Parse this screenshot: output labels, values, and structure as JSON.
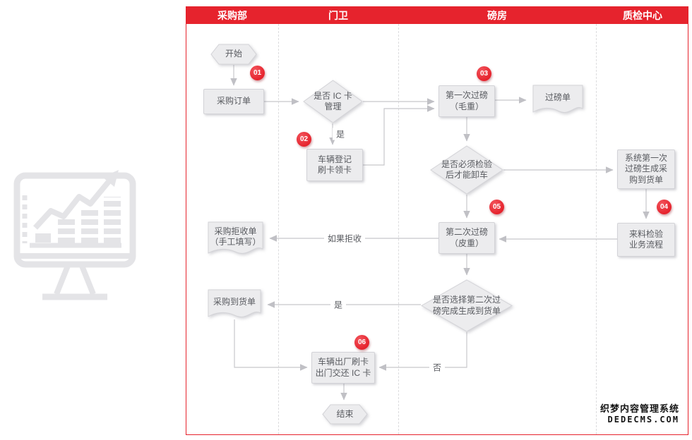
{
  "colors": {
    "accent": "#e6232d",
    "shape_fill": "#ececee",
    "shape_border": "#d3d3d7",
    "connector": "#c7c7cb",
    "text": "#595b60"
  },
  "lanes": [
    {
      "label": "采购部"
    },
    {
      "label": "门卫"
    },
    {
      "label": "磅房"
    },
    {
      "label": "质检中心"
    }
  ],
  "badges": {
    "b01": "01",
    "b02": "02",
    "b03": "03",
    "b04": "04",
    "b05": "05",
    "b06": "06"
  },
  "nodes": {
    "start": "开始",
    "purchase_order": "采购订单",
    "ic_card_decision": "是否 IC 卡\n管理",
    "vehicle_register": "车辆登记\n刷卡领卡",
    "first_weigh": "第一次过磅\n（毛重）",
    "weigh_slip": "过磅单",
    "unload_decision": "是否必须检验\n后才能卸车",
    "sys_first_weigh": "系统第一次\n过磅生成采\n购到货单",
    "incoming_inspection": "来料检验\n业务流程",
    "second_weigh": "第二次过磅\n（皮重）",
    "reject_slip": "采购拒收单\n（手工填写）",
    "second_weigh_decision": "是否选择第二次过\n磅完成生成到货单",
    "arrival_order": "采购到货单",
    "vehicle_exit": "车辆出厂刷卡\n出门交还 IC 卡",
    "end": "结束"
  },
  "edge_labels": {
    "yes_ic": "是",
    "if_reject": "如果拒收",
    "yes_second": "是",
    "no_second": "否"
  },
  "watermark": {
    "line1": "织梦内容管理系统",
    "line2": "DEDECMS.COM"
  }
}
